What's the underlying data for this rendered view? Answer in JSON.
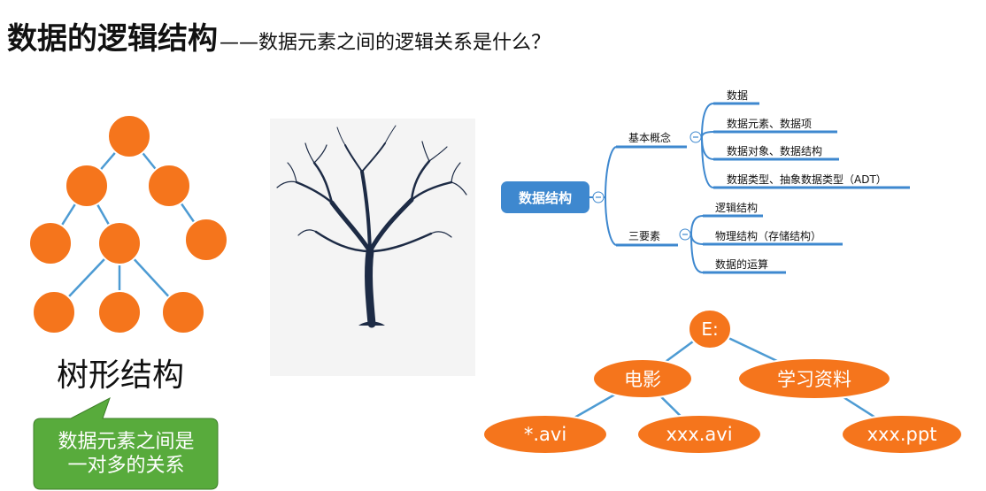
{
  "title": {
    "main": "数据的逻辑结构",
    "dash": "——",
    "subtitle": "数据元素之间的逻辑关系是什么？"
  },
  "tree_diagram": {
    "label": "树形结构",
    "callout": [
      "数据元素之间是",
      "一对多的关系"
    ]
  },
  "mindmap": {
    "root": "数据结构",
    "branches": [
      {
        "label": "基本概念",
        "children": [
          "数据",
          "数据元素、数据项",
          "数据对象、数据结构",
          "数据类型、抽象数据类型（ADT）"
        ]
      },
      {
        "label": "三要素",
        "children": [
          "逻辑结构",
          "物理结构（存储结构）",
          "数据的运算"
        ]
      }
    ],
    "collapse_symbol": "−"
  },
  "folder_tree": {
    "root": "E:",
    "level1": [
      "电影",
      "学习资料"
    ],
    "level2": [
      "*.avi",
      "xxx.avi",
      "xxx.ppt"
    ]
  },
  "colors": {
    "node_orange": "#f5751c",
    "edge_blue": "#4d9bd3",
    "mindmap_blue": "#3e88cf",
    "callout_green": "#58ab3c",
    "tree_trunk": "#1d2b45"
  },
  "icons": [
    "tree-photo"
  ]
}
